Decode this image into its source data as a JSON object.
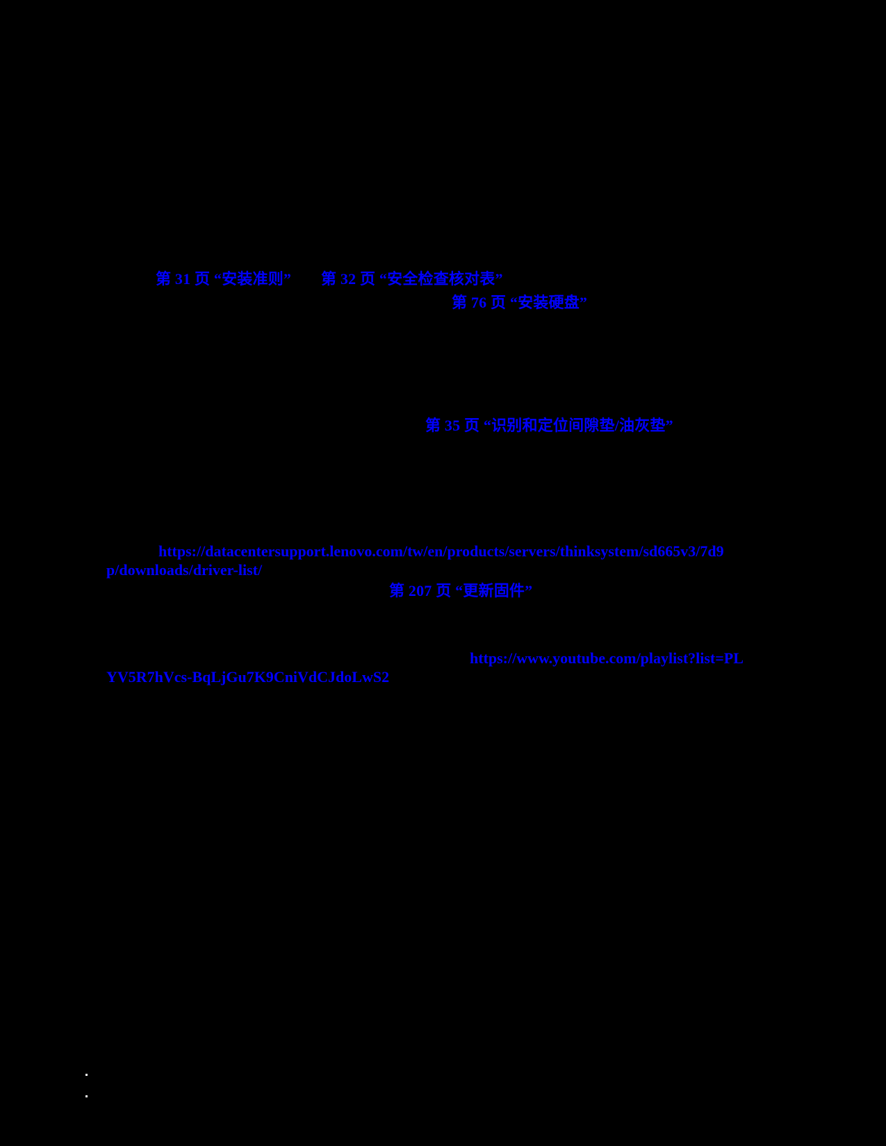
{
  "colors": {
    "bg": "#000000",
    "link": "#0000ff",
    "dot": "#ffffff"
  },
  "links": {
    "install_guidelines": {
      "label": "第 31 页 “安装准则”"
    },
    "safety_checklist": {
      "label": "第 32 页 “安全检查核对表”"
    },
    "install_drive": {
      "label": "第 76 页 “安装硬盘”"
    },
    "gap_putty_pad": {
      "label": "第 35 页 “识别和定位间隙垫/油灰垫”"
    },
    "driver_list_url": {
      "line1": "https://datacentersupport.lenovo.com/tw/en/products/servers/thinksystem/sd665v3/7d9",
      "line2": "p/downloads/driver-list/"
    },
    "update_firmware": {
      "label": "第 207 页 “更新固件”"
    },
    "youtube_playlist_url": {
      "line1": "https://www.youtube.com/playlist?list=PL",
      "line2": "YV5R7hVcs-BqLjGu7K9CniVdCJdoLwS2"
    }
  }
}
